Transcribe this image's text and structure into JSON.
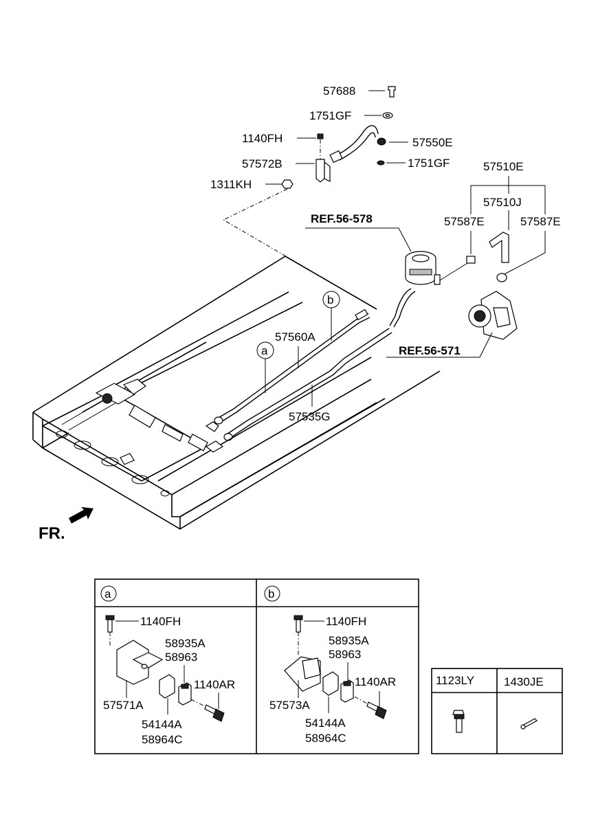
{
  "labels": {
    "p57688": "57688",
    "p1751gf_top": "1751GF",
    "p1140fh_top": "1140FH",
    "p57550e": "57550E",
    "p57572b": "57572B",
    "p1751gf_bottom": "1751GF",
    "p1311kh": "1311KH",
    "p57510e": "57510E",
    "p57510j": "57510J",
    "p57587e_left": "57587E",
    "p57587e_right": "57587E",
    "ref_56_578": "REF.56-578",
    "ref_56_571": "REF.56-571",
    "callout_b": "b",
    "callout_a": "a",
    "p57560a": "57560A",
    "p57535g": "57535G",
    "front": "FR."
  },
  "detail_a": {
    "header": "a",
    "p1140fh": "1140FH",
    "p58935a": "58935A",
    "p58963": "58963",
    "p1140ar": "1140AR",
    "p57571a": "57571A",
    "p54144a": "54144A",
    "p58964c": "58964C"
  },
  "detail_b": {
    "header": "b",
    "p1140fh": "1140FH",
    "p58935a": "58935A",
    "p58963": "58963",
    "p1140ar": "1140AR",
    "p57573a": "57573A",
    "p54144a": "54144A",
    "p58964c": "58964C"
  },
  "small_parts": {
    "p1123ly": "1123LY",
    "p1430je": "1430JE"
  }
}
